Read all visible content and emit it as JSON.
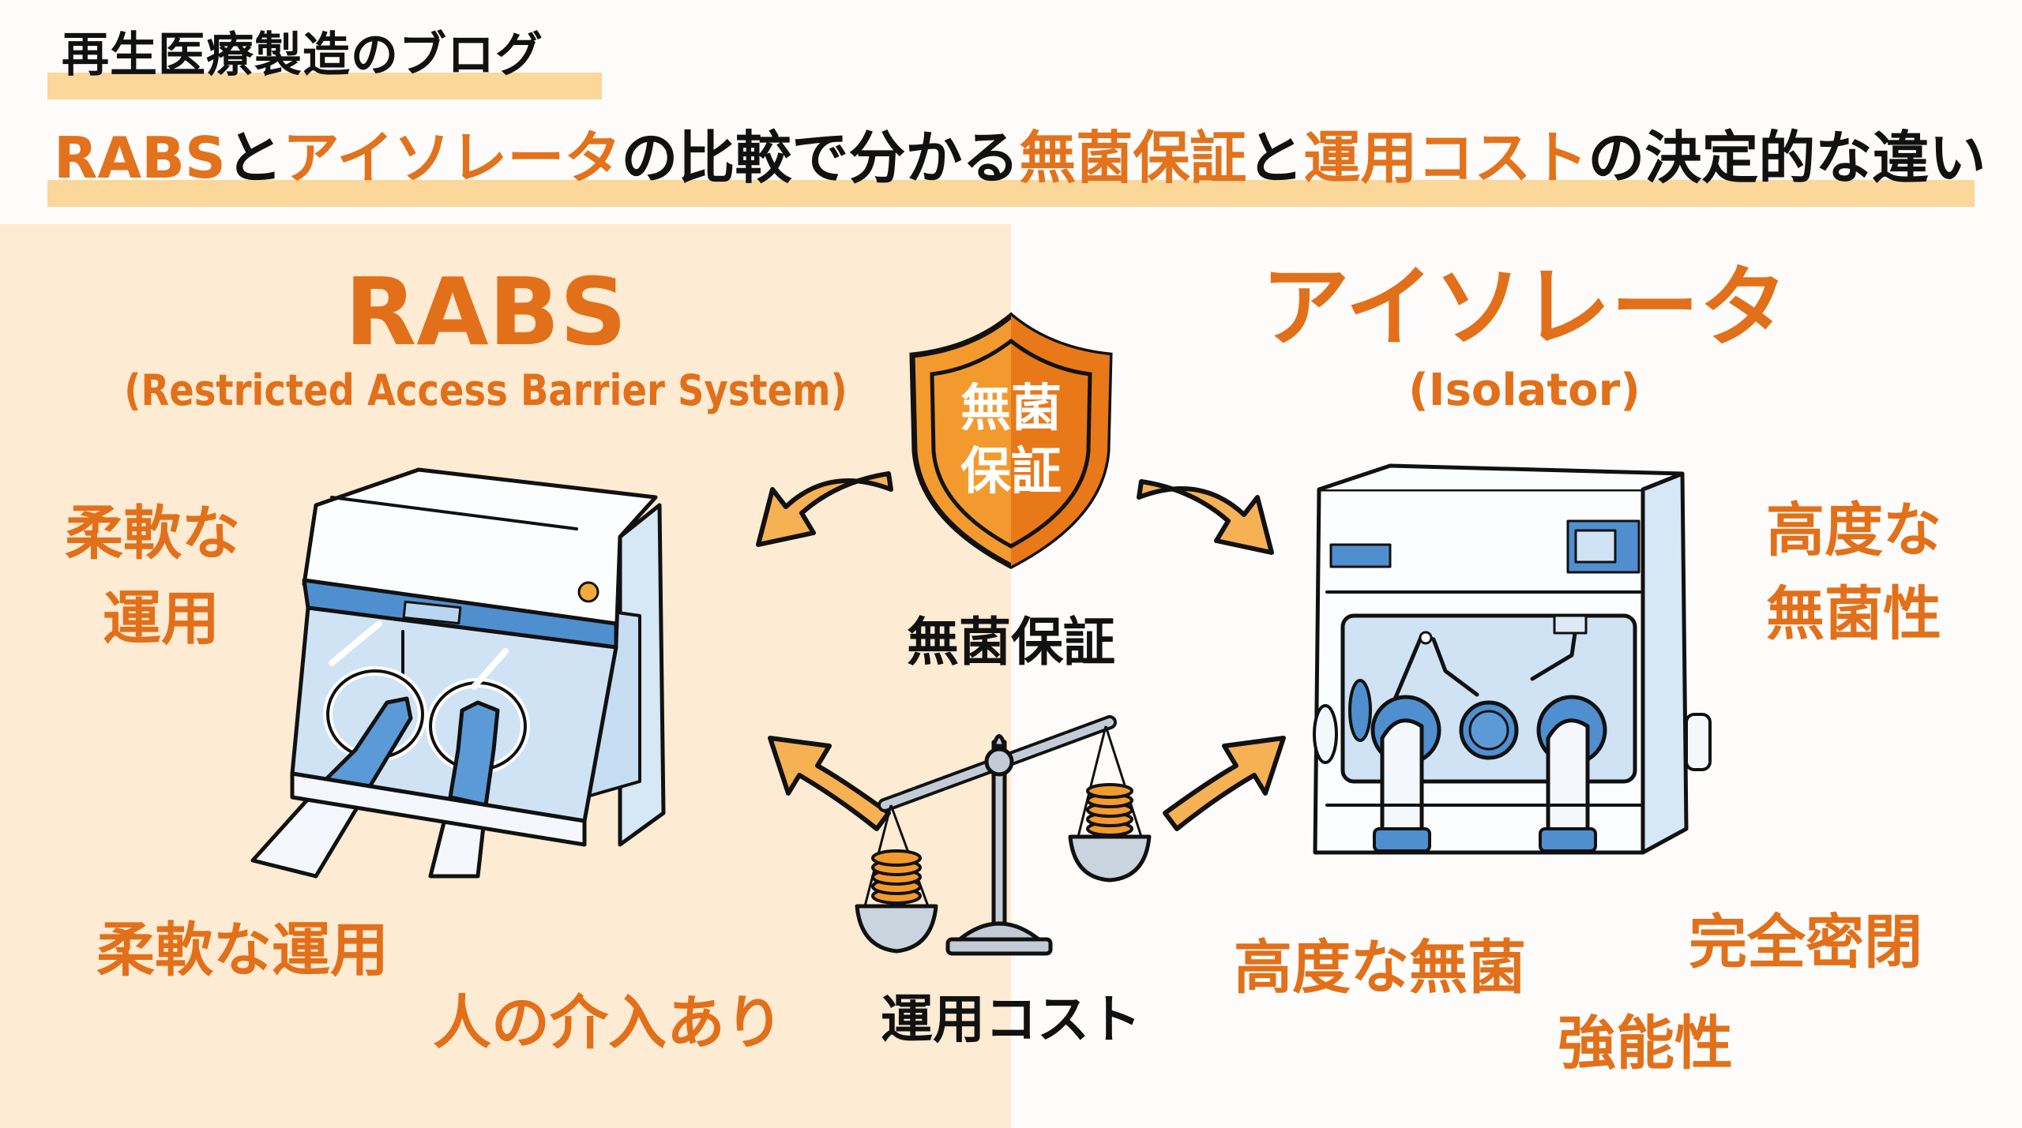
{
  "header": {
    "blog_label": "再生医療製造のブログ",
    "title_parts": [
      {
        "text": "RABS",
        "style": "accent"
      },
      {
        "text": "と",
        "style": "plain"
      },
      {
        "text": "アイソレータ",
        "style": "accent"
      },
      {
        "text": "の比較で分かる",
        "style": "plain"
      },
      {
        "text": "無菌保証",
        "style": "accent"
      },
      {
        "text": "と",
        "style": "plain"
      },
      {
        "text": "運用コスト",
        "style": "accent"
      },
      {
        "text": "の決定的な違い",
        "style": "plain"
      }
    ]
  },
  "left": {
    "heading": "RABS",
    "subheading": "(Restricted Access Barrier System)",
    "side_feature_line1": "柔軟な",
    "side_feature_line2": "運用",
    "bottom_features": [
      "柔軟な運用",
      "人の介入あり"
    ],
    "illustration": "rabs-cabinet-with-gloved-hands"
  },
  "right": {
    "heading": "アイソレータ",
    "subheading": "(Isolator)",
    "side_feature_line1": "高度な",
    "side_feature_line2": "無菌性",
    "bottom_features": [
      "高度な無菌",
      "完全密閉",
      "強能性"
    ],
    "illustration": "isolator-with-robot-arms-and-glove-ports"
  },
  "center": {
    "shield_text_line1": "無菌",
    "shield_text_line2": "保証",
    "shield_caption": "無菌保証",
    "scale_caption": "運用コスト",
    "icons": [
      "shield-icon",
      "balance-scale-icon",
      "coin-stack-icon",
      "curved-arrow-icon"
    ]
  },
  "colors": {
    "accent": "#e2701a",
    "highlight": "#fbd79a",
    "left_bg": "#fdebd3",
    "right_bg": "#fdfcfa",
    "equipment_blue": "#4f8fcf",
    "glass_blue": "#cfe3f5",
    "arrow_fill": "#f6b155",
    "text_dark": "#111111"
  }
}
